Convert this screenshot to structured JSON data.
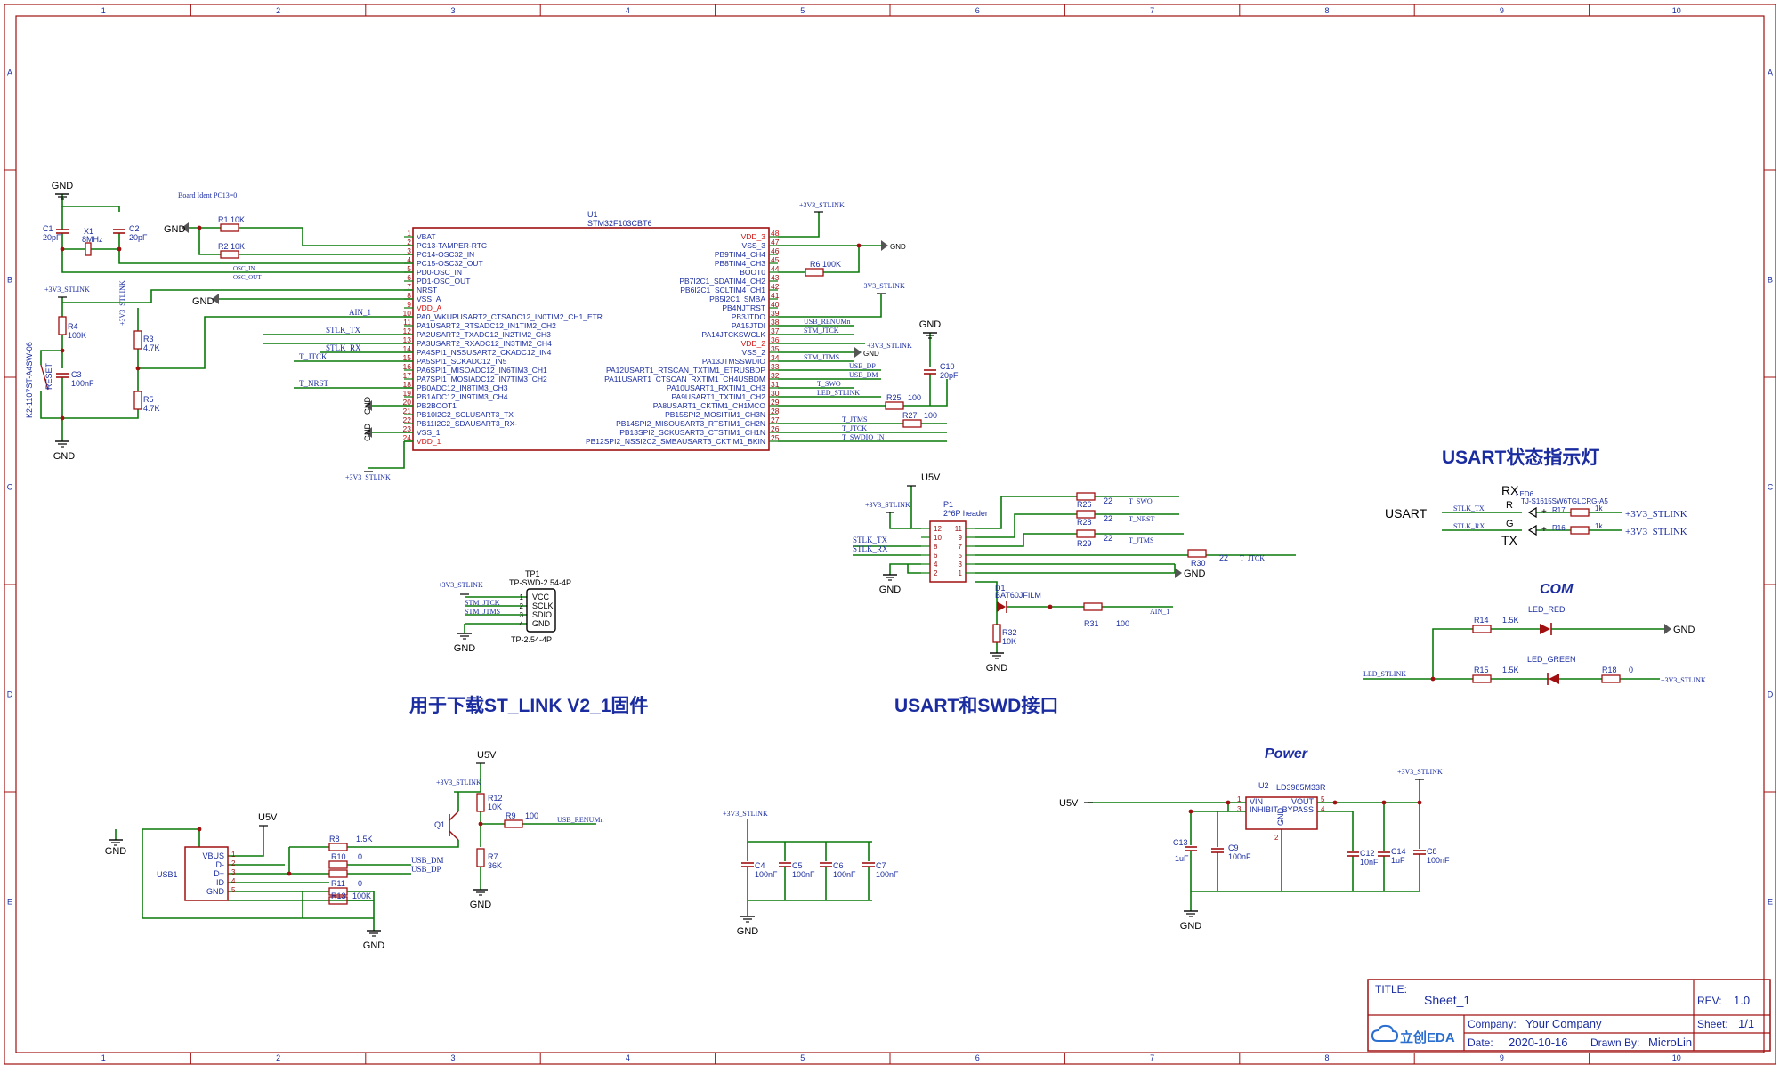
{
  "frame": {
    "columns": [
      "1",
      "2",
      "3",
      "4",
      "5",
      "6",
      "7",
      "8",
      "9",
      "10"
    ],
    "rows": [
      "A",
      "B",
      "C",
      "D",
      "E"
    ]
  },
  "title_block": {
    "title_label": "TITLE:",
    "title": "Sheet_1",
    "rev_label": "REV:",
    "rev": "1.0",
    "company_label": "Company:",
    "company": "Your Company",
    "sheet_label": "Sheet:",
    "sheet": "1/1",
    "date_label": "Date:",
    "date": "2020-10-16",
    "drawn_label": "Drawn By:",
    "drawn": "MicroLin",
    "logo_text": "立创EDA"
  },
  "headings": {
    "download": "用于下载ST_LINK V2_1固件",
    "usart_swd": "USART和SWD接口",
    "usart_led": "USART状态指示灯",
    "com": "COM",
    "power": "Power"
  },
  "note": "Board Ident PC13=0",
  "mcu": {
    "ref": "U1",
    "part": "STM32F103CBT6",
    "left_pins": [
      {
        "n": "1",
        "name": "VBAT"
      },
      {
        "n": "2",
        "name": "PC13-TAMPER-RTC"
      },
      {
        "n": "3",
        "name": "PC14-OSC32_IN"
      },
      {
        "n": "4",
        "name": "PC15-OSC32_OUT"
      },
      {
        "n": "5",
        "name": "PD0-OSC_IN"
      },
      {
        "n": "6",
        "name": "PD1-OSC_OUT"
      },
      {
        "n": "7",
        "name": "NRST"
      },
      {
        "n": "8",
        "name": "VSS_A"
      },
      {
        "n": "9",
        "name": "VDD_A"
      },
      {
        "n": "10",
        "name": "PA0_WKUPUSART2_CTSADC12_IN0TIM2_CH1_ETR"
      },
      {
        "n": "11",
        "name": "PA1USART2_RTSADC12_IN1TIM2_CH2"
      },
      {
        "n": "12",
        "name": "PA2USART2_TXADC12_IN2TIM2_CH3"
      },
      {
        "n": "13",
        "name": "PA3USART2_RXADC12_IN3TIM2_CH4"
      },
      {
        "n": "14",
        "name": "PA4SPI1_NSSUSART2_CKADC12_IN4"
      },
      {
        "n": "15",
        "name": "PA5SPI1_SCKADC12_IN5"
      },
      {
        "n": "16",
        "name": "PA6SPI1_MISOADC12_IN6TIM3_CH1"
      },
      {
        "n": "17",
        "name": "PA7SPI1_MOSIADC12_IN7TIM3_CH2"
      },
      {
        "n": "18",
        "name": "PB0ADC12_IN8TIM3_CH3"
      },
      {
        "n": "19",
        "name": "PB1ADC12_IN9TIM3_CH4"
      },
      {
        "n": "20",
        "name": "PB2BOOT1"
      },
      {
        "n": "21",
        "name": "PB10I2C2_SCLUSART3_TX"
      },
      {
        "n": "22",
        "name": "PB11I2C2_SDAUSART3_RX-"
      },
      {
        "n": "23",
        "name": "VSS_1"
      },
      {
        "n": "24",
        "name": "VDD_1"
      }
    ],
    "right_pins": [
      {
        "n": "48",
        "name": "VDD_3"
      },
      {
        "n": "47",
        "name": "VSS_3"
      },
      {
        "n": "46",
        "name": "PB9TIM4_CH4"
      },
      {
        "n": "45",
        "name": "PB8TIM4_CH3"
      },
      {
        "n": "44",
        "name": "BOOT0"
      },
      {
        "n": "43",
        "name": "PB7I2C1_SDATIM4_CH2"
      },
      {
        "n": "42",
        "name": "PB6I2C1_SCLTIM4_CH1"
      },
      {
        "n": "41",
        "name": "PB5I2C1_SMBA"
      },
      {
        "n": "40",
        "name": "PB4NJTRST"
      },
      {
        "n": "39",
        "name": "PB3JTDO"
      },
      {
        "n": "38",
        "name": "PA15JTDI"
      },
      {
        "n": "37",
        "name": "PA14JTCKSWCLK"
      },
      {
        "n": "36",
        "name": "VDD_2"
      },
      {
        "n": "35",
        "name": "VSS_2"
      },
      {
        "n": "34",
        "name": "PA13JTMSSWDIO"
      },
      {
        "n": "33",
        "name": "PA12USART1_RTSCAN_TXTIM1_ETRUSBDP"
      },
      {
        "n": "32",
        "name": "PA11USART1_CTSCAN_RXTIM1_CH4USBDM"
      },
      {
        "n": "31",
        "name": "PA10USART1_RXTIM1_CH3"
      },
      {
        "n": "30",
        "name": "PA9USART1_TXTIM1_CH2"
      },
      {
        "n": "29",
        "name": "PA8USART1_CKTIM1_CH1MCO"
      },
      {
        "n": "28",
        "name": "PB15SPI2_MOSITIM1_CH3N"
      },
      {
        "n": "27",
        "name": "PB14SPI2_MISOUSART3_RTSTIM1_CH2N"
      },
      {
        "n": "26",
        "name": "PB13SPI2_SCKUSART3_CTSTIM1_CH1N"
      },
      {
        "n": "25",
        "name": "PB12SPI2_NSSI2C2_SMBAUSART3_CKTIM1_BKIN"
      }
    ],
    "left_nets": {
      "AIN_1": "AIN_1",
      "STLK_TX": "STLK_TX",
      "STLK_RX": "STLK_RX",
      "T_JTCK": "T_JTCK",
      "T_NRST": "T_NRST",
      "OSC_IN": "OSC_IN",
      "OSC_OUT": "OSC_OUT"
    },
    "right_nets": {
      "USB_RENUMn": "USB_RENUMn",
      "STM_JTCK": "STM_JTCK",
      "STM_JTMS": "STM_JTMS",
      "USB_DP": "USB_DP",
      "USB_DM": "USB_DM",
      "T_SWO": "T_SWO",
      "LED_STLINK": "LED_STLINK",
      "T_JTMS": "T_JTMS",
      "T_JTCK": "T_JTCK",
      "T_SWDIO_IN": "T_SWDIO_IN"
    }
  },
  "parts": {
    "C1": {
      "ref": "C1",
      "val": "20pF"
    },
    "C2": {
      "ref": "C2",
      "val": "20pF"
    },
    "X1": {
      "ref": "X1",
      "val": "8MHz"
    },
    "R1": {
      "ref": "R1",
      "val": "10K"
    },
    "R2": {
      "ref": "R2",
      "val": "10K"
    },
    "R4": {
      "ref": "R4",
      "val": "100K"
    },
    "C3": {
      "ref": "C3",
      "val": "100nF"
    },
    "R3": {
      "ref": "R3",
      "val": "4.7K"
    },
    "R5": {
      "ref": "R5",
      "val": "4.7K"
    },
    "SW": {
      "ref": "RESET",
      "val": "K2-1107ST-A4SW-06"
    },
    "R6": {
      "ref": "R6",
      "val": "100K"
    },
    "C10": {
      "ref": "C10",
      "val": "20pF"
    },
    "R25": {
      "ref": "R25",
      "val": "100"
    },
    "R27": {
      "ref": "R27",
      "val": "100"
    },
    "TP1": {
      "ref": "TP1",
      "val": "TP-SWD-2.54-4P",
      "foot": "TP-2.54-4P",
      "pins": [
        "VCC",
        "SCLK",
        "SDIO",
        "GND"
      ]
    },
    "P1": {
      "ref": "P1",
      "val": "2*6P header"
    },
    "R26": {
      "ref": "R26",
      "val": "22"
    },
    "R28": {
      "ref": "R28",
      "val": "22"
    },
    "R29": {
      "ref": "R29",
      "val": "22"
    },
    "R30": {
      "ref": "R30",
      "val": "22"
    },
    "D1": {
      "ref": "D1",
      "val": "BAT60JFILM"
    },
    "R31": {
      "ref": "R31",
      "val": "100"
    },
    "R32": {
      "ref": "R32",
      "val": "10K"
    },
    "LED6": {
      "ref": "LED6",
      "val": "TJ-S1615SW6TGLCRG-A5"
    },
    "R17": {
      "ref": "R17",
      "val": "1k"
    },
    "R16": {
      "ref": "R16",
      "val": "1k"
    },
    "R14": {
      "ref": "R14",
      "val": "1.5K"
    },
    "R15": {
      "ref": "R15",
      "val": "1.5K"
    },
    "R18": {
      "ref": "R18",
      "val": "0"
    },
    "LED_RED": {
      "ref": "LED_RED"
    },
    "LED_GREEN": {
      "ref": "LED_GREEN"
    },
    "USB1": {
      "ref": "USB1",
      "pins": [
        "VBUS",
        "D-",
        "D+",
        "ID",
        "GND"
      ]
    },
    "R8": {
      "ref": "R8",
      "val": "1.5K"
    },
    "R10": {
      "ref": "R10",
      "val": "0"
    },
    "R11": {
      "ref": "R11",
      "val": "0"
    },
    "R13": {
      "ref": "R13",
      "val": "100K"
    },
    "Q1": {
      "ref": "Q1"
    },
    "R12": {
      "ref": "R12",
      "val": "10K"
    },
    "R9": {
      "ref": "R9",
      "val": "100"
    },
    "R7": {
      "ref": "R7",
      "val": "36K"
    },
    "C4": {
      "ref": "C4",
      "val": "100nF"
    },
    "C5": {
      "ref": "C5",
      "val": "100nF"
    },
    "C6": {
      "ref": "C6",
      "val": "100nF"
    },
    "C7": {
      "ref": "C7",
      "val": "100nF"
    },
    "U2": {
      "ref": "U2",
      "val": "LD3985M33R",
      "pins": [
        "VIN",
        "INHIBIT",
        "VOUT",
        "BYPASS",
        "GND"
      ]
    },
    "C13": {
      "ref": "C13",
      "val": "1uF"
    },
    "C9": {
      "ref": "C9",
      "val": "100nF"
    },
    "C12": {
      "ref": "C12",
      "val": "10nF"
    },
    "C14": {
      "ref": "C14",
      "val": "1uF"
    },
    "C8": {
      "ref": "C8",
      "val": "100nF"
    }
  },
  "nets": {
    "gnd": "GND",
    "v33": "+3V3_STLINK",
    "u5v": "U5V",
    "usart": "USART",
    "rx": "RX",
    "tx": "TX",
    "r": "R",
    "g": "G",
    "stlk_tx": "STLK_TX",
    "stlk_rx": "STLK_RX",
    "led_stlink": "LED_STLINK",
    "ain_1": "AIN_1",
    "usb_dm": "USB_DM",
    "usb_dp": "USB_DP",
    "usb_renum": "USB_RENUMn",
    "stm_jtck": "STM_JTCK",
    "stm_jtms": "STM_JTMS",
    "t_swo": "T_SWO",
    "t_nrst": "T_NRST",
    "t_jtms": "T_JTMS",
    "t_jtck": "T_JTCK"
  },
  "colors": {
    "wire": "#0a7a0a",
    "part": "#a01010",
    "label": "#1a2ca0",
    "frame": "#a01010"
  }
}
